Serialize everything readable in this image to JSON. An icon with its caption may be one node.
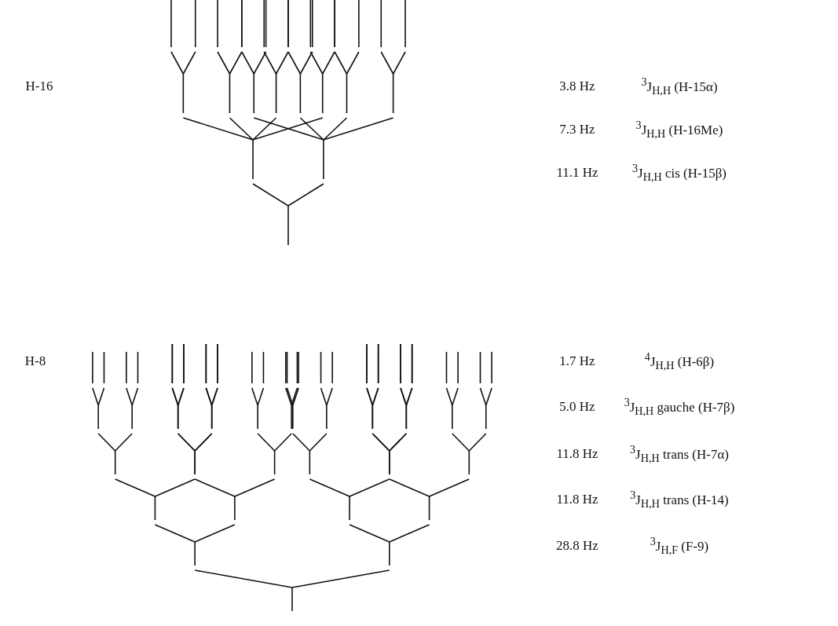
{
  "diagram": {
    "labels": [
      "H-16",
      "3.8 Hz",
      "$^{3}$J$_{H,H}$ (H-15α)",
      "7.3 Hz",
      "$^{3}$J$_{H,H}$ (H-16Me)",
      "11.1 Hz",
      "$^{3}$J$_{H,H}$ cis (H-15β)",
      "H-8",
      "1.7 Hz",
      "$^{4}$J$_{H,H}$ (H-6β)",
      "5.0 Hz",
      "$^{3}$J$_{H,H}$ gauche (H-7β)",
      "11.8 Hz",
      "$^{3}$J$_{H,H}$ trans (H-7α)",
      "11.8 Hz",
      "$^{3}$J$_{H,H}$ trans (H-14)",
      "28.8 Hz",
      "$^{3}$J$_{H,F}$ (F-9)"
    ]
  }
}
